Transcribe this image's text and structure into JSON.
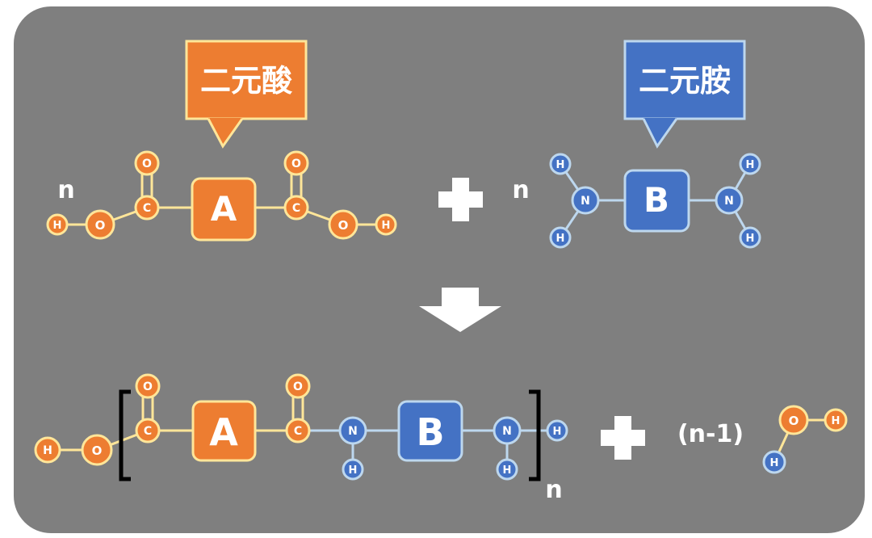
{
  "callouts": {
    "acid": {
      "text": "二元酸",
      "color": "#ed7d31"
    },
    "amine": {
      "text": "二元胺",
      "color": "#4472c4"
    }
  },
  "groups": {
    "acid": "A",
    "amine": "B"
  },
  "atoms": {
    "hydrogen": "H",
    "oxygen": "O",
    "carbon": "C",
    "nitrogen": "N"
  },
  "coefficients": {
    "acid": "n",
    "amine": "n",
    "polymer_subscript": "n",
    "water": "(n-1)"
  },
  "colors": {
    "background": "#7f7f7f",
    "acid_fill": "#ed7d31",
    "acid_border": "#ffe699",
    "amine_fill": "#4472c4",
    "amine_border": "#bdd7ee",
    "bond_acid": "#ffe699",
    "bond_amine": "#bdd7ee",
    "bracket": "#000000",
    "operator": "#ffffff"
  },
  "icons": {
    "plus": "plus-icon",
    "arrow": "arrow-down-icon"
  }
}
